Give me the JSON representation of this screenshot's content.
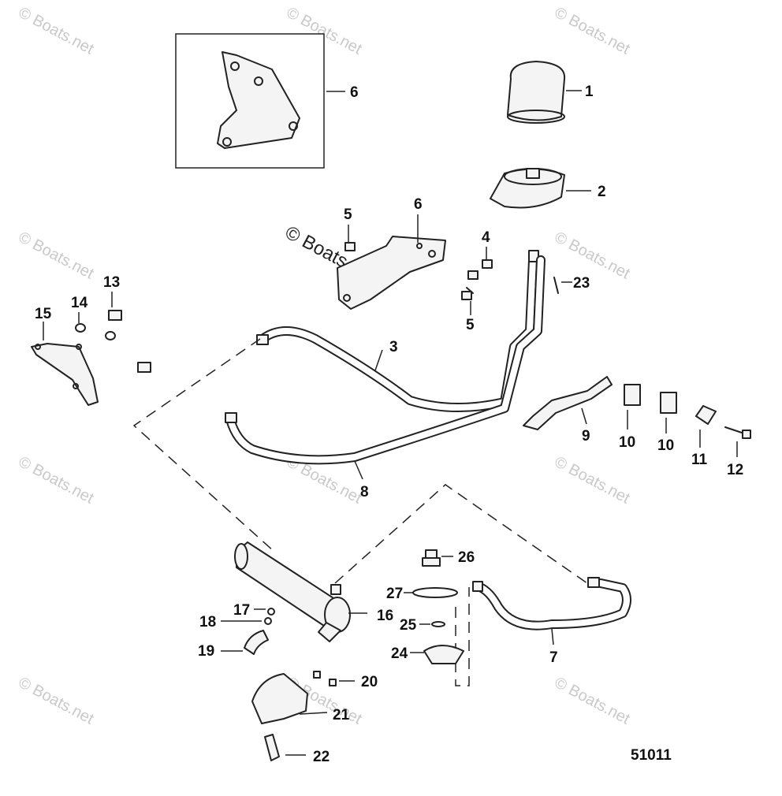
{
  "watermark": {
    "text": "© Boats.net",
    "color": "#c9c9c9"
  },
  "diagram_id": "51011",
  "callouts": {
    "c1": "1",
    "c2": "2",
    "c3": "3",
    "c4": "4",
    "c5a": "5",
    "c5b": "5",
    "c6a": "6",
    "c6b": "6",
    "c7": "7",
    "c8": "8",
    "c9": "9",
    "c10a": "10",
    "c10b": "10",
    "c11": "11",
    "c12": "12",
    "c13": "13",
    "c14": "14",
    "c15": "15",
    "c16": "16",
    "c17": "17",
    "c18": "18",
    "c19": "19",
    "c20": "20",
    "c21": "21",
    "c22": "22",
    "c23": "23",
    "c24": "24",
    "c25": "25",
    "c26": "26",
    "c27": "27"
  }
}
